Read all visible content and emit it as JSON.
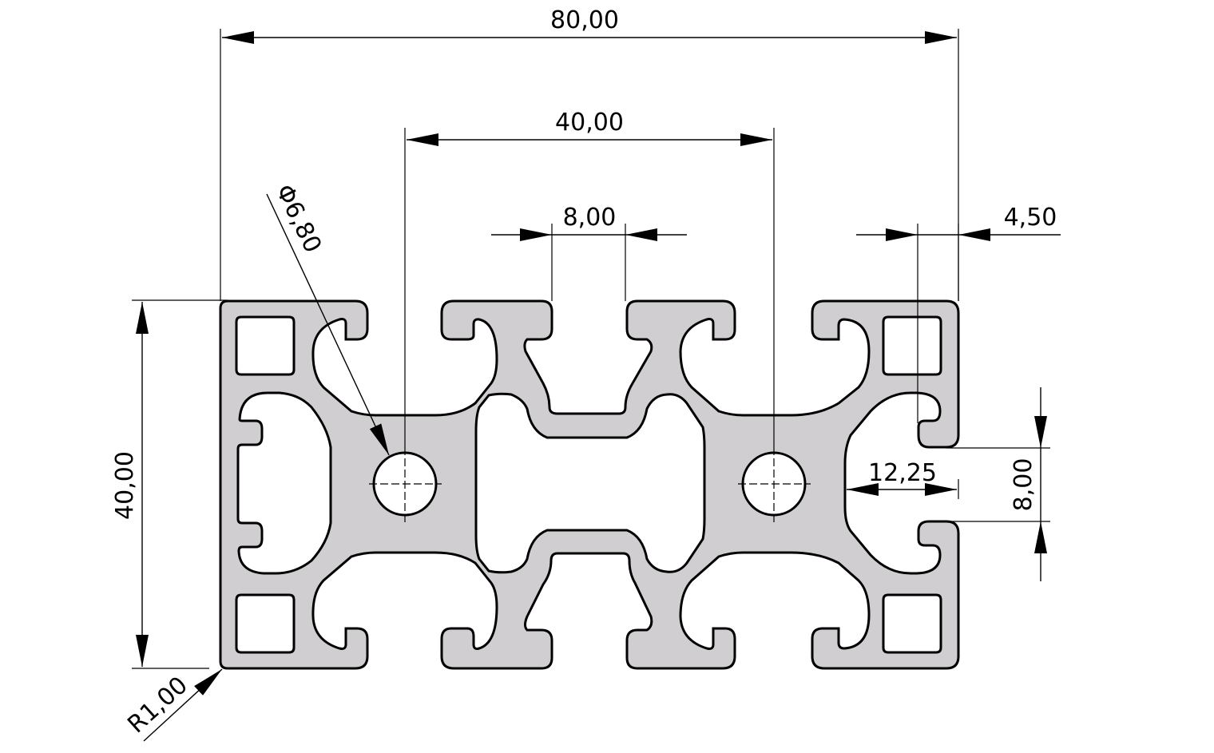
{
  "drawing": {
    "title": "Aluminium profile 40x80 cross-section",
    "fill_color": "#d0ced1",
    "outline_color": "#000000",
    "background": "#ffffff"
  },
  "dimensions": {
    "overall_width": "80,00",
    "hole_spacing": "40,00",
    "slot_opening_top": "8,00",
    "edge_offset": "4,50",
    "hole_diameter": "Φ6,80",
    "overall_height": "40,00",
    "slot_opening_side": "8,00",
    "slot_depth": "12,25",
    "corner_radius": "R1,00"
  }
}
